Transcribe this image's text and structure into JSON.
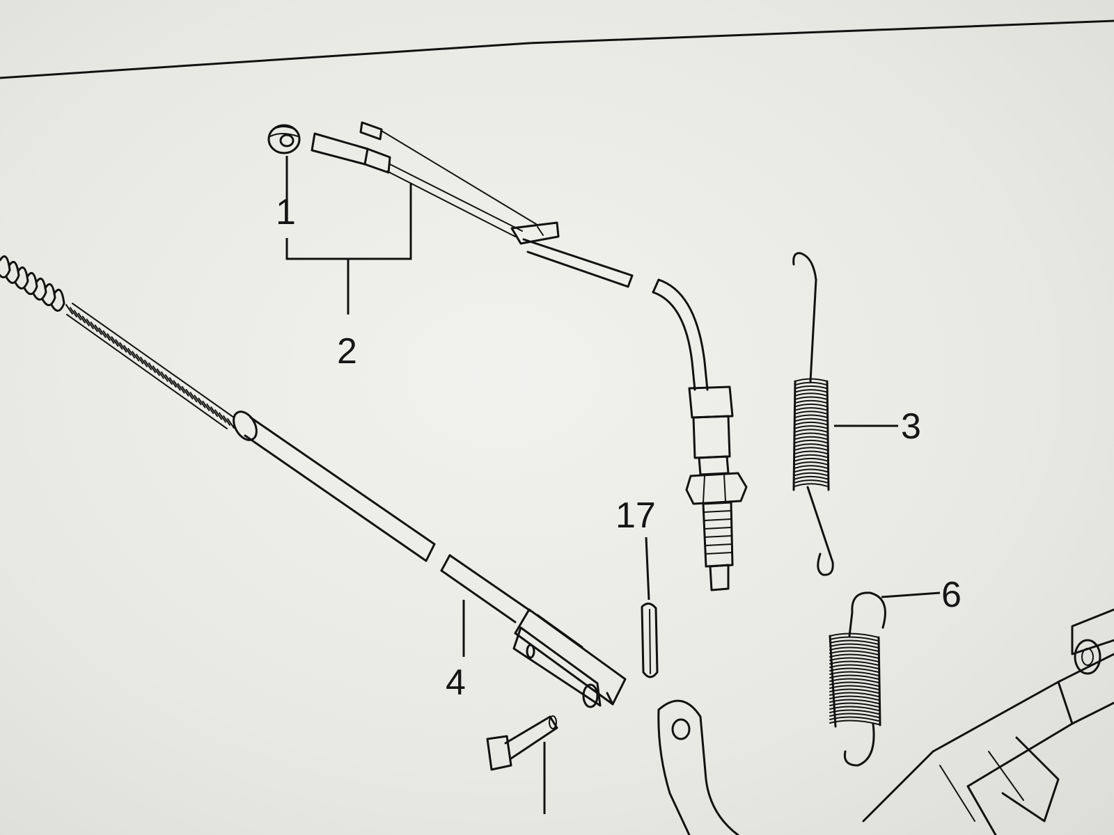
{
  "diagram": {
    "callouts": [
      {
        "id": "1",
        "text": "1"
      },
      {
        "id": "2",
        "text": "2"
      },
      {
        "id": "3",
        "text": "3"
      },
      {
        "id": "4",
        "text": "4"
      },
      {
        "id": "6",
        "text": "6"
      },
      {
        "id": "17",
        "text": "17"
      }
    ]
  }
}
